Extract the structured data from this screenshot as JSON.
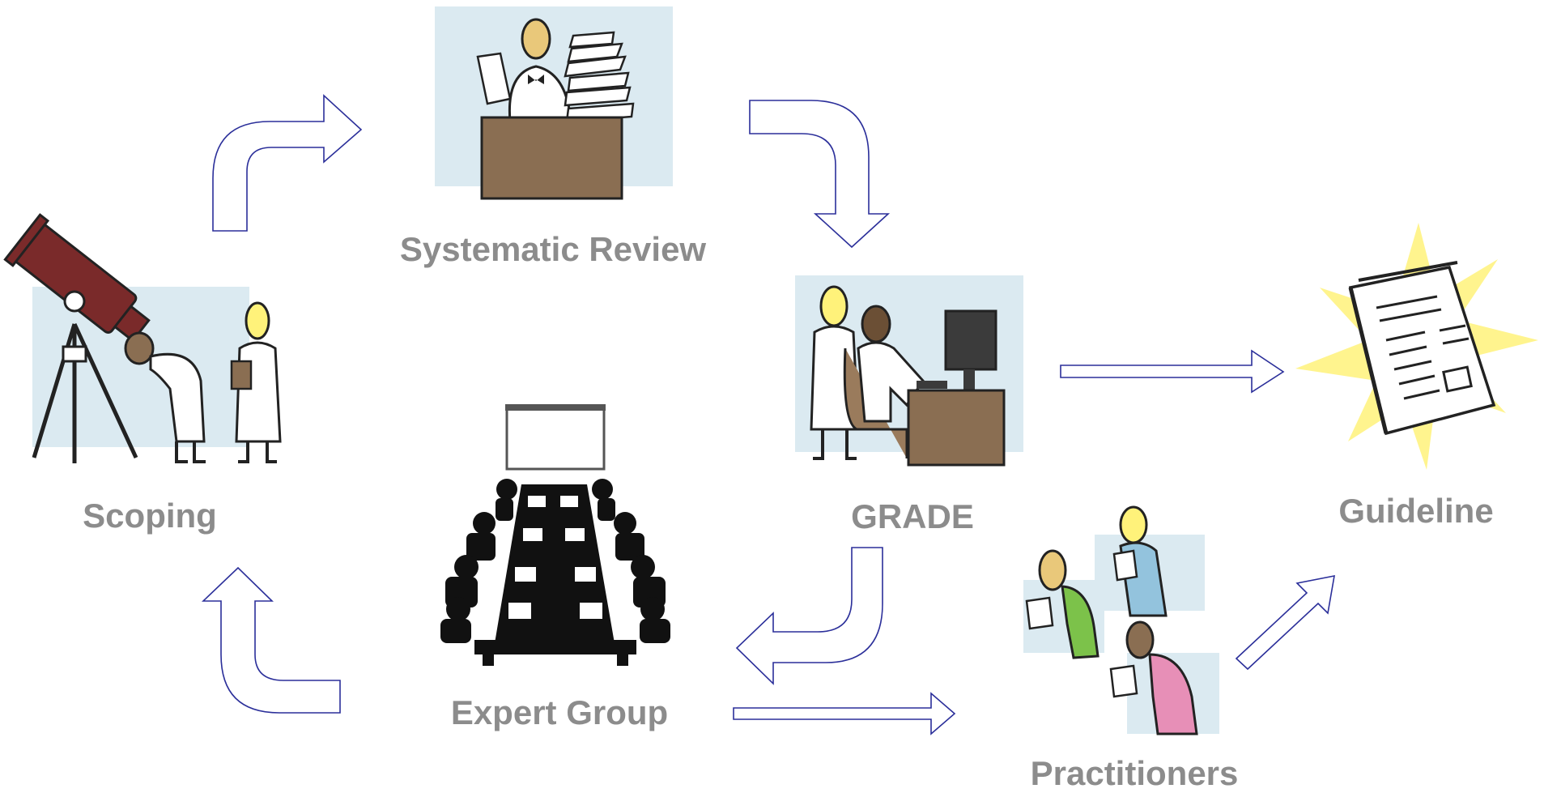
{
  "diagram": {
    "nodes": [
      {
        "id": "scoping",
        "label": "Scoping",
        "icon": "telescope-scientists-icon"
      },
      {
        "id": "systematic-review",
        "label": "Systematic Review",
        "icon": "desk-paper-stack-icon"
      },
      {
        "id": "grade",
        "label": "GRADE",
        "icon": "computer-workstation-icon"
      },
      {
        "id": "guideline",
        "label": "Guideline",
        "icon": "glowing-book-icon"
      },
      {
        "id": "expert-group",
        "label": "Expert Group",
        "icon": "conference-table-icon"
      },
      {
        "id": "practitioners",
        "label": "Practitioners",
        "icon": "readers-group-icon"
      }
    ],
    "edges": [
      {
        "from": "scoping",
        "to": "systematic-review"
      },
      {
        "from": "systematic-review",
        "to": "grade"
      },
      {
        "from": "grade",
        "to": "guideline"
      },
      {
        "from": "grade",
        "to": "expert-group"
      },
      {
        "from": "expert-group",
        "to": "scoping"
      },
      {
        "from": "expert-group",
        "to": "practitioners"
      },
      {
        "from": "practitioners",
        "to": "guideline"
      }
    ],
    "colors": {
      "arrow_stroke": "#2b2f9a",
      "label_text": "#8c8c8c",
      "panel_bg": "#dbeaf1",
      "desk_brown": "#8a6e52",
      "telescope_red": "#7a2a2a",
      "star_yellow": "#fff27a"
    }
  }
}
